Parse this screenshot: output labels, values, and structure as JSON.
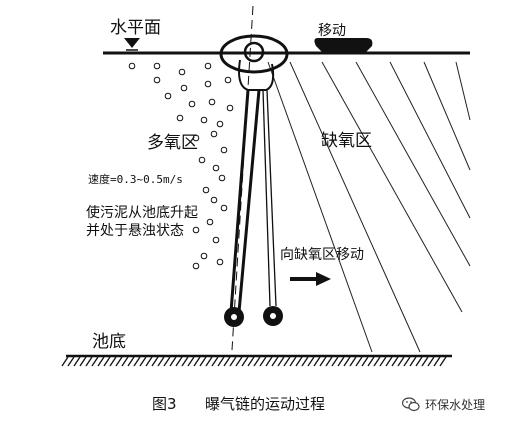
{
  "labels": {
    "water_surface": "水平面",
    "moving": "移动",
    "oxygen_rich_zone": "多氧区",
    "anoxic_zone": "缺氧区",
    "speed": "速度=0.3~0.5m/s",
    "suspend_line1": "使污泥从池底升起",
    "suspend_line2": "并处于悬浊状态",
    "move_toward_anoxic": "向缺氧区移动",
    "pool_bottom": "池底"
  },
  "caption": {
    "figure_no": "图3",
    "title": "曝气链的运动过程"
  },
  "watermark": {
    "icon": "wechat-icon",
    "text": "环保水处理"
  },
  "colors": {
    "ink": "#111111",
    "background": "#ffffff"
  }
}
